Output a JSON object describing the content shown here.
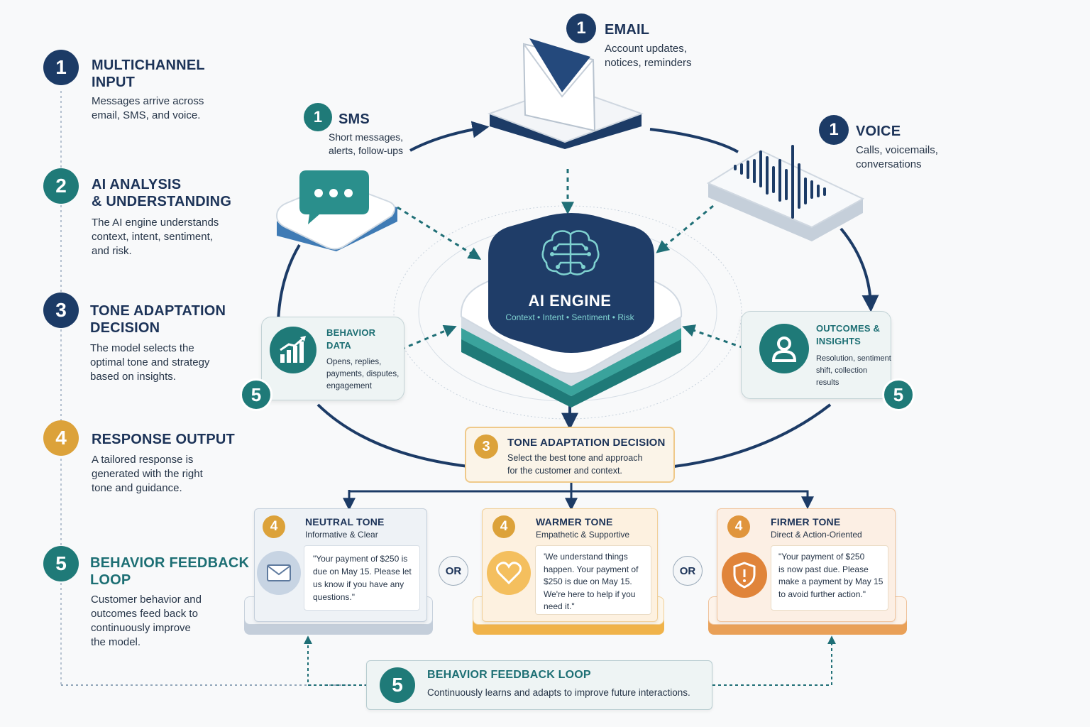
{
  "sidebar": {
    "steps": [
      {
        "num": "1",
        "title_line1": "MULTICHANNEL",
        "title_line2": "INPUT",
        "desc_line1": "Messages  arrive across",
        "desc_line2": "email, SMS, and voice.",
        "desc_line3": ""
      },
      {
        "num": "2",
        "title_line1": "AI ANALYSIS",
        "title_line2": "& UNDERSTANDING",
        "desc_line1": "The AI engine understands",
        "desc_line2": "context, intent, sentiment,",
        "desc_line3": "and risk."
      },
      {
        "num": "3",
        "title_line1": "TONE ADAPTATION",
        "title_line2": "DECISION",
        "desc_line1": "The model selects the",
        "desc_line2": "optimal tone and strategy",
        "desc_line3": "based on insights."
      },
      {
        "num": "4",
        "title_line1": "RESPONSE OUTPUT",
        "title_line2": "",
        "desc_line1": "A tailored response is",
        "desc_line2": "generated with the right",
        "desc_line3": "tone and guidance."
      },
      {
        "num": "5",
        "title_line1": "BEHAVIOR FEEDBACK",
        "title_line2": "LOOP",
        "desc_line1": "Customer behavior and",
        "desc_line2": "outcomes feed back to",
        "desc_line3": "continuously improve",
        "desc_line4": "the model."
      }
    ]
  },
  "channels": {
    "email": {
      "num": "1",
      "title": "EMAIL",
      "line1": "Account updates,",
      "line2": "notices, reminders",
      "icon": "envelope-icon"
    },
    "sms": {
      "num": "1",
      "title": "SMS",
      "line1": "Short messages,",
      "line2": "alerts, follow-ups",
      "icon": "chat-bubble-icon"
    },
    "voice": {
      "num": "1",
      "title": "VOICE",
      "line1": "Calls, voicemails,",
      "line2": "conversations",
      "icon": "soundwave-icon"
    }
  },
  "engine": {
    "title": "AI ENGINE",
    "subtitle": "Context • Intent • Sentiment • Risk",
    "icon": "brain-circuit-icon"
  },
  "behavior_data": {
    "num": "5",
    "title_line1": "BEHAVIOR",
    "title_line2": "DATA",
    "line1": "Opens, replies,",
    "line2": "payments, disputes,",
    "line3": "engagement",
    "icon": "bar-chart-icon"
  },
  "outcomes": {
    "num": "5",
    "title_line1": "OUTCOMES &",
    "title_line2": "INSIGHTS",
    "line1": "Resolution, sentiment",
    "line2": "shift, collection",
    "line3": "results",
    "icon": "person-icon"
  },
  "decision": {
    "num": "3",
    "title": "TONE ADAPTATION DECISION",
    "line1": "Select the best tone and approach",
    "line2": "for the customer and context."
  },
  "or_label": "OR",
  "tones": [
    {
      "num": "4",
      "title": "NEUTRAL TONE",
      "subtitle": "Informative & Clear",
      "icon": "envelope-icon",
      "quote": [
        "\"Your payment of $250 is",
        "due on May 15. Please let",
        "us know if you have any",
        "questions.\""
      ],
      "accent": "#5e7a9e"
    },
    {
      "num": "4",
      "title": "WARMER TONE",
      "subtitle": "Empathetic & Supportive",
      "icon": "heart-icon",
      "quote": [
        "'We understand things",
        "happen. Your payment of",
        "$250 is due on May 15.",
        "We're here to help if you",
        "need it.\""
      ],
      "accent": "#e9b04a"
    },
    {
      "num": "4",
      "title": "FIRMER TONE",
      "subtitle": "Direct & Action-Oriented",
      "icon": "shield-alert-icon",
      "quote": [
        "\"Your payment of $250",
        "is now past due. Please",
        "make a payment by May 15",
        "to avoid further action.\""
      ],
      "accent": "#e0893a"
    }
  ],
  "feedback": {
    "num": "5",
    "title": "BEHAVIOR FEEDBACK LOOP",
    "line1": "Continuously learns and adapts to improve future interactions."
  },
  "colors": {
    "navy": "#1c3b66",
    "teal": "#1f7a78",
    "gold": "#dca23a",
    "orange": "#e0893a"
  }
}
